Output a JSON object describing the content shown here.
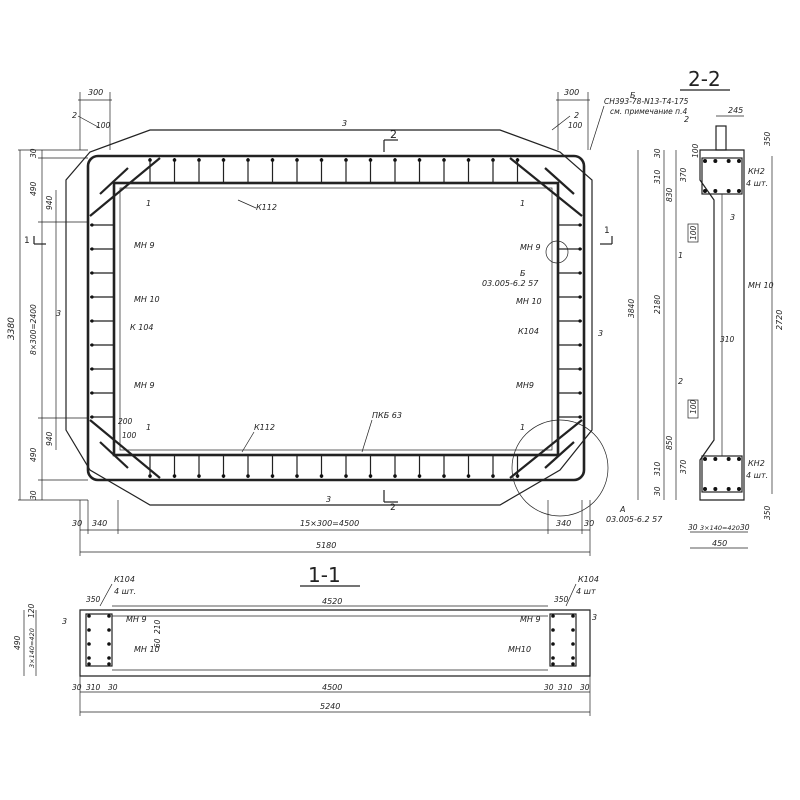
{
  "sections": {
    "plan_1": "1",
    "plan_2": "2",
    "side_title": "2-2",
    "bottom_title": "1-1"
  },
  "plan": {
    "dim_top_left": "300",
    "dim_top_right": "300",
    "dim_30_tl": "30",
    "dim_490_top": "490",
    "dim_940_top": "940",
    "dim_3380": "3380",
    "dim_8x300": "8×300=2400",
    "dim_940_bot": "940",
    "dim_490_bot": "490",
    "dim_30_bl": "30",
    "bot_30_l": "30",
    "bot_340_l": "340",
    "bot_15x300": "15×300=4500",
    "bot_340_r": "340",
    "bot_30_r": "30",
    "bot_5180": "5180",
    "lbl_2_tl": "2",
    "lbl_100_tl": "100",
    "lbl_3_top": "3",
    "lbl_2_tr": "2",
    "lbl_100_tr": "100",
    "lbl_b_tr": "Б",
    "note_cn": "СН393-78-N13-Т4-175",
    "note_cm": "см. примечание п.4",
    "lbl_1_tl": "1",
    "lbl_k112_top": "К112",
    "lbl_1_tr": "1",
    "lbl_mn9_l1": "МН 9",
    "lbl_mn9_r1": "МН 9",
    "lbl_b_mark": "Б",
    "lbl_b_ref": "03.005-6.2  57",
    "lbl_mn10_l": "МН 10",
    "lbl_mn10_r": "МН 10",
    "lbl_k104_l": "К 104",
    "lbl_k104_r": "К104",
    "lbl_3_left": "3",
    "lbl_3_right": "3",
    "lbl_mn9_l2": "МН 9",
    "lbl_mn9_r2": "МН9",
    "lbl_200": "200",
    "lbl_100_bl": "100",
    "lbl_1_bl": "1",
    "lbl_pkb63": "ПКБ 63",
    "lbl_k112_bot": "К112",
    "lbl_1_br": "1",
    "lbl_3_bot": "3",
    "lbl_a_mark": "А",
    "lbl_a_ref": "03.005-6.2  57"
  },
  "side": {
    "dim_245": "245",
    "dim_350_top": "350",
    "lbl_2": "2",
    "dim_30_t": "30",
    "dim_100_t": "100",
    "dim_310_t": "310",
    "dim_370_t": "370",
    "dim_830": "830",
    "lbl_kn2_top": "КН2",
    "lbl_4sht_top": "4 шт.",
    "lbl_3": "3",
    "lbl_100_m": "100",
    "lbl_1": "1",
    "lbl_mn10": "МН 10",
    "dim_3840": "3840",
    "dim_2180": "2180",
    "dim_2720": "2720",
    "dim_310_m": "310",
    "lbl_2b": "2",
    "lbl_100_b": "100",
    "dim_850": "850",
    "dim_370_b": "370",
    "dim_310_b": "310",
    "dim_30_b": "30",
    "lbl_kn2_bot": "КН2",
    "lbl_4sht_bot": "4 шт.",
    "dim_350_bot": "350",
    "dim_30_bl": "30",
    "dim_3x140": "3×140=420",
    "dim_30_br": "30",
    "dim_450": "450"
  },
  "bottom": {
    "lbl_k104_l": "К104",
    "lbl_4sht_l": "4 шт.",
    "dim_4520": "4520",
    "lbl_k104_r": "К104",
    "lbl_4sht_r": "4 шт",
    "dim_350_l": "350",
    "dim_350_r": "350",
    "lbl_3_l": "3",
    "lbl_3_r": "3",
    "lbl_mn9_l": "МН 9",
    "lbl_mn9_r": "МН 9",
    "lbl_mn10_l": "МН 10",
    "lbl_mn10_r": "МН10",
    "dim_210": "210",
    "dim_60": "60",
    "dim_490": "490",
    "dim_3x140": "3×140=420",
    "dim_120": "120",
    "dim_b30_l": "30",
    "dim_b310_l": "310",
    "dim_b30_l2": "30",
    "dim_4500": "4500",
    "dim_b30_r": "30",
    "dim_b310_r": "310",
    "dim_b30_r2": "30",
    "dim_5240": "5240"
  }
}
